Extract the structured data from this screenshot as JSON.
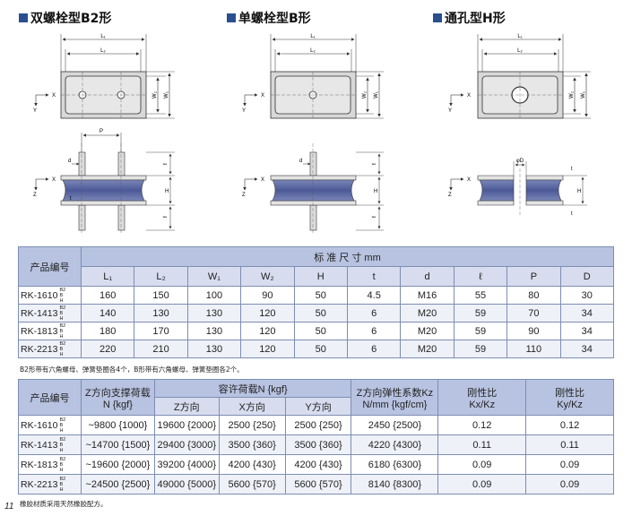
{
  "sections": {
    "b2": {
      "title": "双螺栓型B2形"
    },
    "b": {
      "title": "单螺栓型B形"
    },
    "h": {
      "title": "通孔型H形"
    }
  },
  "diagram_labels": {
    "L1": "L₁",
    "L2": "L₂",
    "W1": "W₁",
    "W2": "W₂",
    "X": "X",
    "Y": "Y",
    "Z": "Z",
    "P": "P",
    "d": "d",
    "t": "t",
    "H": "H",
    "l": "ℓ",
    "phiD": "φD"
  },
  "table1": {
    "product_header": "产品编号",
    "group_header": "标 准 尺 寸 mm",
    "columns": [
      "L₁",
      "L₂",
      "W₁",
      "W₂",
      "H",
      "t",
      "d",
      "ℓ",
      "P",
      "D"
    ],
    "rows": [
      {
        "model": "RK-1610",
        "types": [
          "B2",
          "B",
          "H"
        ],
        "values": [
          "160",
          "150",
          "100",
          "90",
          "50",
          "4.5",
          "M16",
          "55",
          "80",
          "30"
        ]
      },
      {
        "model": "RK-1413",
        "types": [
          "B2",
          "B",
          "H"
        ],
        "values": [
          "140",
          "130",
          "130",
          "120",
          "50",
          "6",
          "M20",
          "59",
          "70",
          "34"
        ]
      },
      {
        "model": "RK-1813",
        "types": [
          "B2",
          "B",
          "H"
        ],
        "values": [
          "180",
          "170",
          "130",
          "120",
          "50",
          "6",
          "M20",
          "59",
          "90",
          "34"
        ]
      },
      {
        "model": "RK-2213",
        "types": [
          "B2",
          "B",
          "H"
        ],
        "values": [
          "220",
          "210",
          "130",
          "120",
          "50",
          "6",
          "M20",
          "59",
          "110",
          "34"
        ]
      }
    ],
    "note": "B2形带有六角螺母、弹簧垫圈各4个，B形带有六角螺母、弹簧垫圈各2个。"
  },
  "table2": {
    "product_header": "产品编号",
    "z_support_header": "Z方向支撑荷载",
    "z_support_unit": "N {kgf}",
    "allow_header": "容许荷载N {kgf}",
    "allow_sub": [
      "Z方向",
      "X方向",
      "Y方向"
    ],
    "kz_header": "Z方向弹性系数Kz",
    "kz_unit": "N/mm {kgf/cm}",
    "ratio1_header": "刚性比",
    "ratio1_unit": "Kx/Kz",
    "ratio2_header": "刚性比",
    "ratio2_unit": "Ky/Kz",
    "rows": [
      {
        "model": "RK-1610",
        "types": [
          "B2",
          "B",
          "H"
        ],
        "values": [
          "~9800 {1000}",
          "19600 {2000}",
          "2500 {250}",
          "2500 {250}",
          "2450 {2500}",
          "0.12",
          "0.12"
        ]
      },
      {
        "model": "RK-1413",
        "types": [
          "B2",
          "B",
          "H"
        ],
        "values": [
          "~14700 {1500}",
          "29400 {3000}",
          "3500 {360}",
          "3500 {360}",
          "4220 {4300}",
          "0.11",
          "0.11"
        ]
      },
      {
        "model": "RK-1813",
        "types": [
          "B2",
          "B",
          "H"
        ],
        "values": [
          "~19600 {2000}",
          "39200 {4000}",
          "4200 {430}",
          "4200 {430}",
          "6180 {6300}",
          "0.09",
          "0.09"
        ]
      },
      {
        "model": "RK-2213",
        "types": [
          "B2",
          "B",
          "H"
        ],
        "values": [
          "~24500 {2500}",
          "49000 {5000}",
          "5600 {570}",
          "5600 {570}",
          "8140 {8300}",
          "0.09",
          "0.09"
        ]
      }
    ],
    "note": "橡胶材质采用天然橡胶配方。"
  },
  "page_number": "11",
  "colors": {
    "header": "#b8c3e1",
    "subheader": "#d7ddef",
    "alt_row": "#eef1f8",
    "rubber": "#5a6aa3",
    "plate": "#e3e3e3",
    "accent": "#2a4f8f"
  }
}
